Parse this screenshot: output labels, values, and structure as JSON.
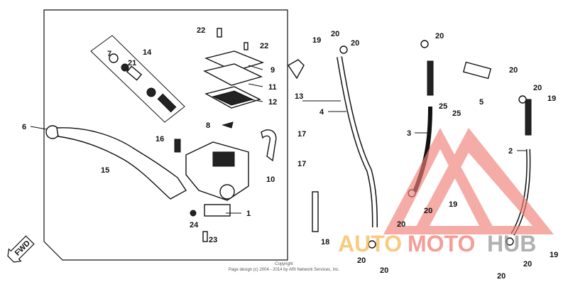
{
  "diagram": {
    "part_labels": [
      "22",
      "22",
      "7",
      "21",
      "14",
      "9",
      "11",
      "12",
      "6",
      "8",
      "16",
      "15",
      "10",
      "1",
      "24",
      "23",
      "19",
      "20",
      "20",
      "13",
      "4",
      "17",
      "17",
      "18",
      "20",
      "20",
      "20",
      "20",
      "20",
      "20",
      "19",
      "25",
      "25",
      "5",
      "3",
      "2",
      "19",
      "20",
      "20",
      "20",
      "19"
    ],
    "direction_label": "FWD",
    "watermark": "AUTOMOTOHUB",
    "watermark_colors": {
      "triangle": "#f08078",
      "auto": "#f5b040",
      "moto": "#f06a60",
      "hub": "#888888"
    }
  },
  "footer": {
    "copyright_title": "Copyright",
    "copyright_text": "Page design (c) 2004 - 2014 by ARI Network Services, Inc."
  }
}
